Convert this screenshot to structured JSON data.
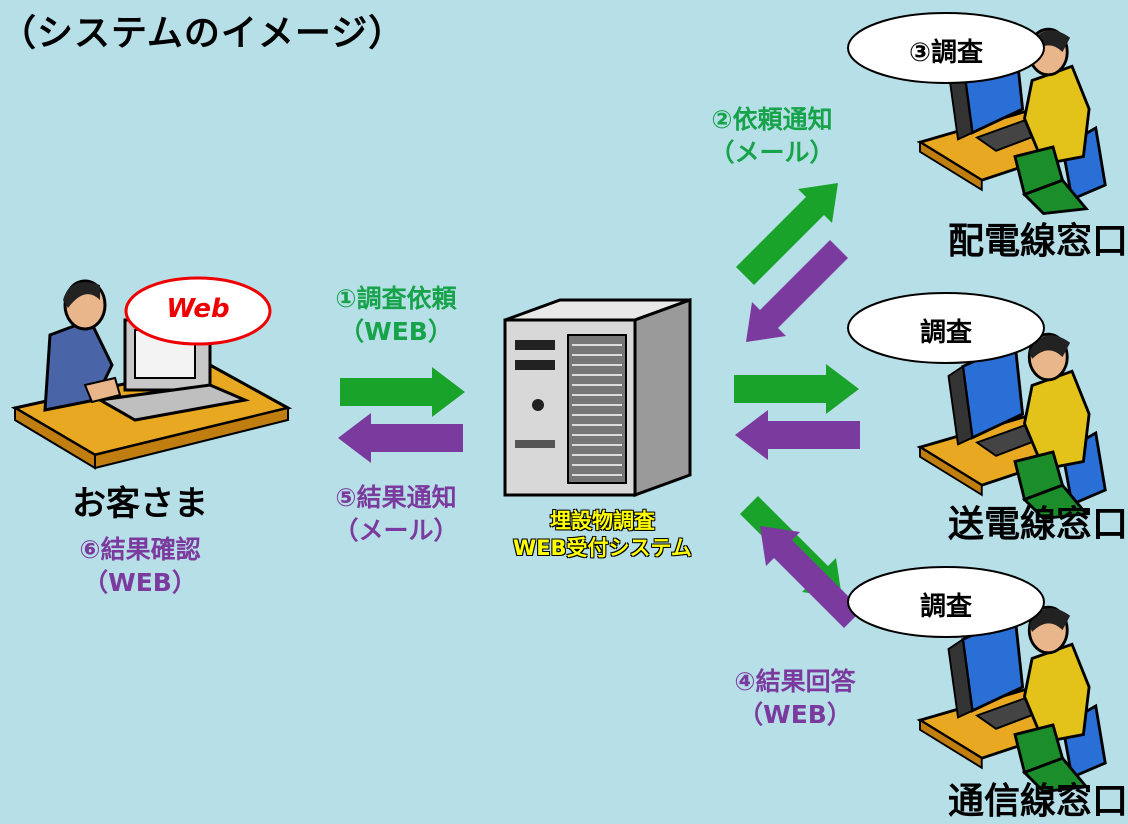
{
  "title": "（システムのイメージ）",
  "customer": {
    "name": "お客さま",
    "bubble": "Web",
    "confirm": "⑥結果確認",
    "confirm_sub": "（WEB）"
  },
  "server": {
    "line1": "埋設物調査",
    "line2": "WEB受付システム"
  },
  "request": {
    "label": "①調査依頼",
    "sub": "（WEB）"
  },
  "notify_result": {
    "label": "⑤結果通知",
    "sub": "（メール）"
  },
  "notify_request": {
    "label": "②依頼通知",
    "sub": "（メール）"
  },
  "answer": {
    "label": "④結果回答",
    "sub": "（WEB）"
  },
  "windows": [
    {
      "name": "配電線窓口",
      "bubble": "③調査"
    },
    {
      "name": "送電線窓口",
      "bubble": "調査"
    },
    {
      "name": "通信線窓口",
      "bubble": "調査"
    }
  ],
  "colors": {
    "green": "#1aa32a",
    "purple": "#7b3a9e",
    "background": "#b7dfe8"
  }
}
